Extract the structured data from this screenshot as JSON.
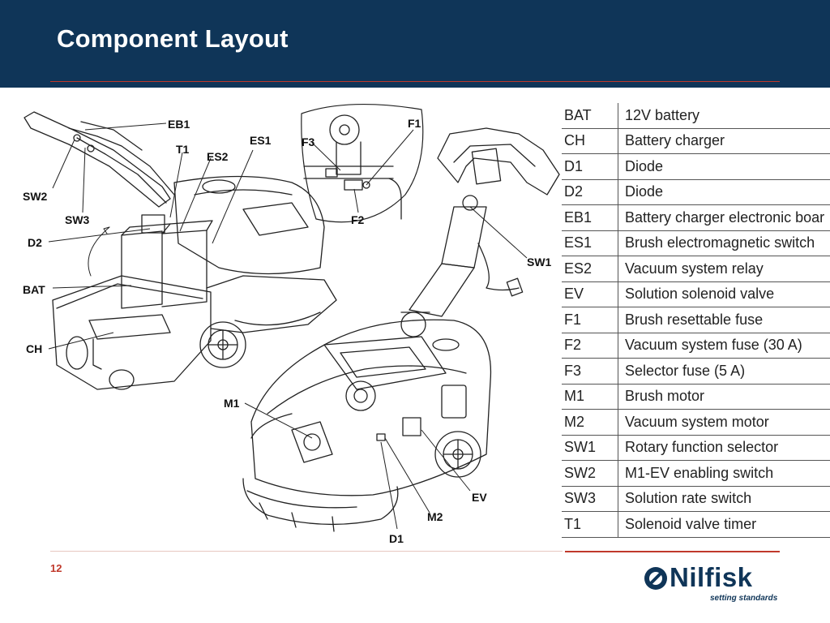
{
  "slide": {
    "title": "Component Layout",
    "page_number": "12"
  },
  "brand": {
    "logo_text": "Nilfisk",
    "tagline": "setting standards",
    "color_primary": "#0f3558",
    "color_accent": "#c0392b"
  },
  "diagram": {
    "labels": {
      "eb1": "EB1",
      "t1": "T1",
      "es2": "ES2",
      "es1": "ES1",
      "sw2": "SW2",
      "sw3": "SW3",
      "d2": "D2",
      "bat": "BAT",
      "ch": "CH",
      "f3": "F3",
      "f1": "F1",
      "f2": "F2",
      "sw1": "SW1",
      "m1": "M1",
      "m2": "M2",
      "ev": "EV",
      "d1": "D1"
    }
  },
  "legend": [
    {
      "code": "BAT",
      "desc": "12V battery"
    },
    {
      "code": "CH",
      "desc": "Battery charger"
    },
    {
      "code": "D1",
      "desc": "Diode"
    },
    {
      "code": "D2",
      "desc": "Diode"
    },
    {
      "code": "EB1",
      "desc": "Battery charger electronic boar"
    },
    {
      "code": "ES1",
      "desc": "Brush electromagnetic switch"
    },
    {
      "code": "ES2",
      "desc": "Vacuum system relay"
    },
    {
      "code": "EV",
      "desc": "Solution solenoid valve"
    },
    {
      "code": "F1",
      "desc": "Brush resettable fuse"
    },
    {
      "code": "F2",
      "desc": "Vacuum system fuse (30 A)"
    },
    {
      "code": "F3",
      "desc": "Selector fuse (5 A)"
    },
    {
      "code": "M1",
      "desc": "Brush motor"
    },
    {
      "code": "M2",
      "desc": "Vacuum system motor"
    },
    {
      "code": "SW1",
      "desc": "Rotary function selector"
    },
    {
      "code": "SW2",
      "desc": "M1-EV enabling switch"
    },
    {
      "code": "SW3",
      "desc": "Solution rate switch"
    },
    {
      "code": "T1",
      "desc": "Solenoid valve timer"
    }
  ]
}
